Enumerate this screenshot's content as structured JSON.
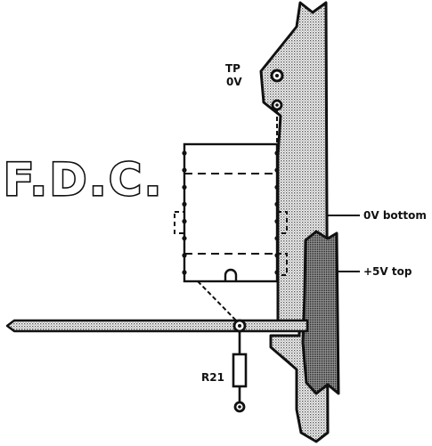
{
  "title": "F.D.C.",
  "labels": {
    "tp_line1": "TP",
    "tp_line2": "0V",
    "ov_bottom": "0V bottom",
    "plus5v_top": "+5V top",
    "resistor": "R21"
  },
  "colors": {
    "ink": "#111111",
    "background": "#ffffff",
    "ov_plane_fill": "#cfcfcf",
    "plus5v_plane_fill": "#6e6e6e"
  }
}
